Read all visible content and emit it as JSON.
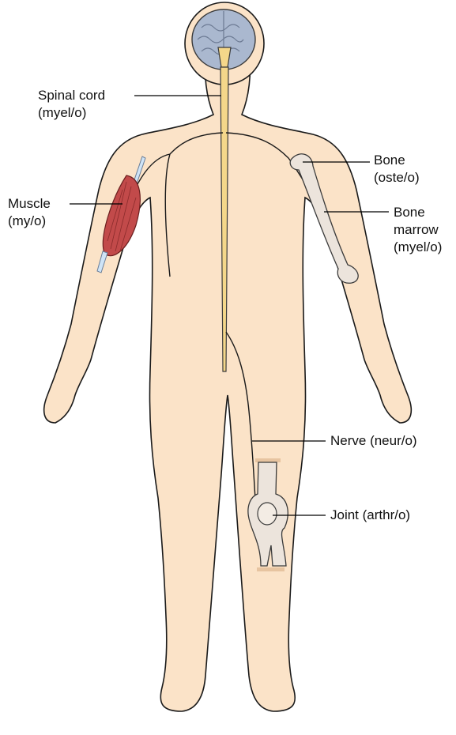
{
  "labels": {
    "spinal_cord": {
      "name": "Spinal cord",
      "root": "(myel/o)"
    },
    "muscle": {
      "name": "Muscle",
      "root": "(my/o)"
    },
    "bone": {
      "name": "Bone",
      "root": "(oste/o)"
    },
    "bone_marrow": {
      "name_line1": "Bone",
      "name_line2": "marrow",
      "root": "(myel/o)"
    },
    "nerve": {
      "text": "Nerve (neur/o)"
    },
    "joint": {
      "text": "Joint (arthr/o)"
    }
  },
  "colors": {
    "skin": "#fbe3c8",
    "outline": "#1a1a1a",
    "spinal_cord": "#f4d78a",
    "brain": "#aab8cf",
    "muscle": "#c24a4a",
    "bone": "#ece4dc",
    "leader_line": "#000000"
  }
}
